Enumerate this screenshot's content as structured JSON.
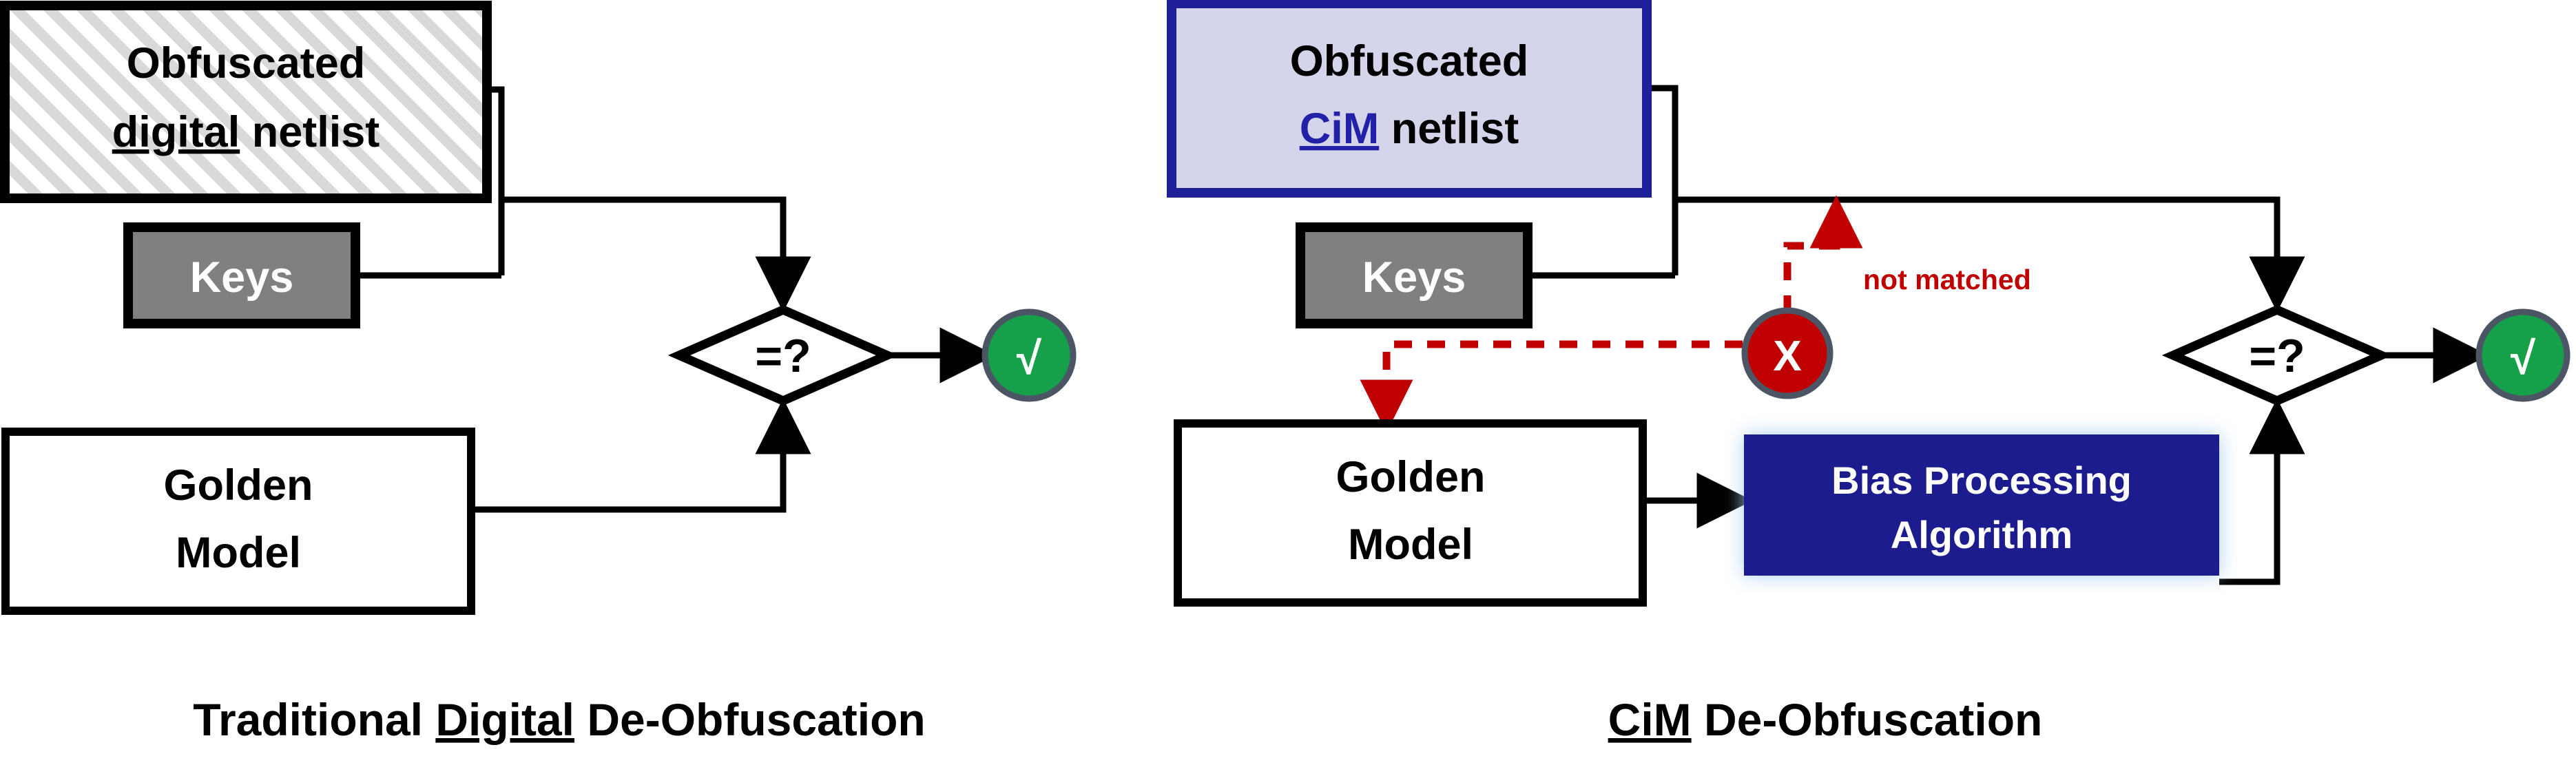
{
  "figure": {
    "type": "flowchart-comparison",
    "panels": [
      {
        "id": "left",
        "caption_parts": {
          "pre": "Traditional ",
          "underlined": "Digital",
          "post": " De-Obfuscation"
        },
        "caption_full": "Traditional Digital De-Obfuscation",
        "nodes": {
          "netlist": {
            "line1": "Obfuscated",
            "line2_underlined": "digital",
            "line2_rest": " netlist",
            "fill": "#ffffff",
            "pattern": "diagonal-hatch",
            "hatch_color": "#d9d9d9",
            "stroke": "#000000",
            "text_color": "#000000"
          },
          "keys": {
            "label": "Keys",
            "fill": "#808080",
            "stroke": "#000000",
            "text_color": "#ffffff"
          },
          "golden": {
            "line1": "Golden",
            "line2": "Model",
            "fill": "#ffffff",
            "stroke": "#000000",
            "text_color": "#000000"
          },
          "compare": {
            "label": "=?",
            "shape": "diamond",
            "fill": "#ffffff",
            "stroke": "#000000",
            "text_color": "#000000"
          },
          "result": {
            "label": "√",
            "shape": "ellipse",
            "fill": "#16a04a",
            "stroke": "#4b5563",
            "text_color": "#ffffff"
          }
        }
      },
      {
        "id": "right",
        "caption_parts": {
          "pre": "",
          "underlined": "CiM",
          "post": " De-Obfuscation"
        },
        "caption_full": "CiM De-Obfuscation",
        "nodes": {
          "netlist": {
            "line1": "Obfuscated",
            "line2_underlined": "CiM",
            "line2_rest": " netlist",
            "fill": "#d4d4ea",
            "stroke": "#1f1f99",
            "text_color": "#000000",
            "accent_color": "#2222a8"
          },
          "keys": {
            "label": "Keys",
            "fill": "#808080",
            "stroke": "#000000",
            "text_color": "#ffffff"
          },
          "golden": {
            "line1": "Golden",
            "line2": "Model",
            "fill": "#ffffff",
            "stroke": "#000000",
            "text_color": "#000000"
          },
          "bias": {
            "line1": "Bias Processing",
            "line2": "Algorithm",
            "fill": "#1f1f8f",
            "stroke": "#1f1f8f",
            "glow": "#cfe2f9",
            "text_color": "#ffffff"
          },
          "compare": {
            "label": "=?",
            "shape": "diamond",
            "fill": "#ffffff",
            "stroke": "#000000",
            "text_color": "#000000"
          },
          "result": {
            "label": "√",
            "shape": "ellipse",
            "fill": "#16a04a",
            "stroke": "#4b5563",
            "text_color": "#ffffff"
          },
          "fail": {
            "label": "X",
            "shape": "ellipse",
            "fill": "#c00000",
            "stroke": "#4b5563",
            "text_color": "#ffffff"
          }
        },
        "annotations": {
          "not_matched": {
            "label": "not matched",
            "color": "#c00000"
          }
        }
      }
    ],
    "colors": {
      "line": "#000000",
      "feedback": "#c00000",
      "accent_blue": "#2222a8",
      "success_green": "#16a04a",
      "fail_red": "#c00000",
      "key_gray": "#808080",
      "hatch_gray": "#d9d9d9",
      "netlist_lavender": "#d4d4ea",
      "bias_navy": "#1f1f8f"
    }
  }
}
